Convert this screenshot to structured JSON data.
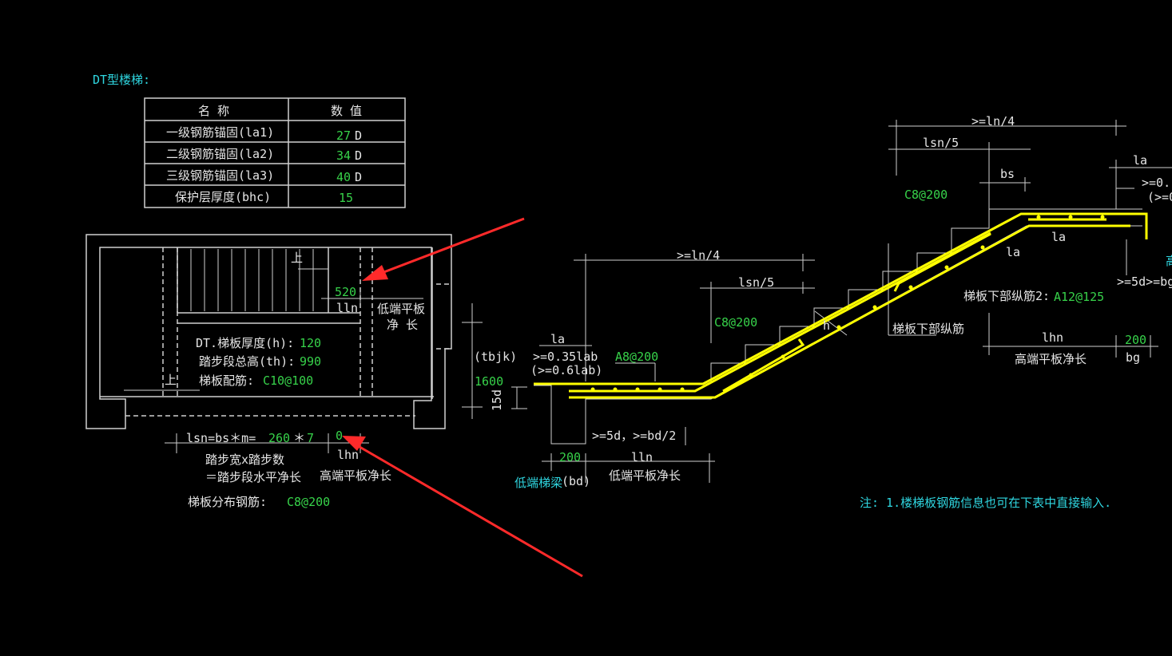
{
  "title": "DT型楼梯:",
  "table": {
    "header": {
      "name": "名  称",
      "value": "数  值"
    },
    "rows": [
      {
        "name": "一级钢筋锚固(la1)",
        "value": "27",
        "unit": "D"
      },
      {
        "name": "二级钢筋锚固(la2)",
        "value": "34",
        "unit": "D"
      },
      {
        "name": "三级钢筋锚固(la3)",
        "value": "40",
        "unit": "D"
      },
      {
        "name": "保护层厚度(bhc)",
        "value": "15",
        "unit": ""
      }
    ]
  },
  "plan": {
    "up_top": "上",
    "up_bottom": "上",
    "low_width_value": "520",
    "lln": "lln",
    "low_label_1": "低端平板",
    "low_label_2": "净  长",
    "thickness_label": "DT.梯板厚度(h):",
    "thickness_value": "120",
    "total_height_label": "踏步段总高(th):",
    "total_height_value": "990",
    "rebar_label": "梯板配筋:",
    "rebar_value": "C10@100",
    "lsn_label": "lsn=bs＊m=",
    "bs_value": "260",
    "times": "＊",
    "m_value": "7",
    "high_width_value": "0",
    "lhn": "lhn",
    "step_note_1": "踏步宽x踏步数",
    "step_note_2": "＝踏步段水平净长",
    "high_label": "高端平板净长",
    "dist_label": "梯板分布钢筋:",
    "dist_value": "C8@200"
  },
  "section": {
    "ln4_left": ">=ln/4",
    "lsn5_left": "lsn/5",
    "c8_mid": "C8@200",
    "la_left": "la",
    "anch_1": ">=0.35lab",
    "anch_2": "(>=0.6lab)",
    "a8": "A8@200",
    "tbjk": "(tbjk)",
    "h1600": "1600",
    "d15": "15d",
    "five_d": ">=5d，>=bd/2",
    "v200": "200",
    "lln": "lln",
    "low_beam": "低端梯梁",
    "bd": "(bd)",
    "low_slab": "低端平板净长",
    "h_mark": "h",
    "lower_bar": "梯板下部纵筋",
    "ln4_top": ">=ln/4",
    "lsn5_top": "lsn/5",
    "bs": "bs",
    "c8_top": "C8@200",
    "la_top": "la",
    "anch_r1": ">=0.",
    "anch_r2": "(>=0",
    "la_a": "la",
    "la_b": "la",
    "lower_bar2_label": "梯板下部纵筋2:",
    "lower_bar2_value": "A12@125",
    "five_d_r": ">=5d>=bg",
    "lhn": "lhn",
    "h200": "200",
    "bg": "bg",
    "high_slab": "高端平板净长",
    "edge_mark": "高"
  },
  "note": "注: 1.楼梯板钢筋信息也可在下表中直接输入."
}
